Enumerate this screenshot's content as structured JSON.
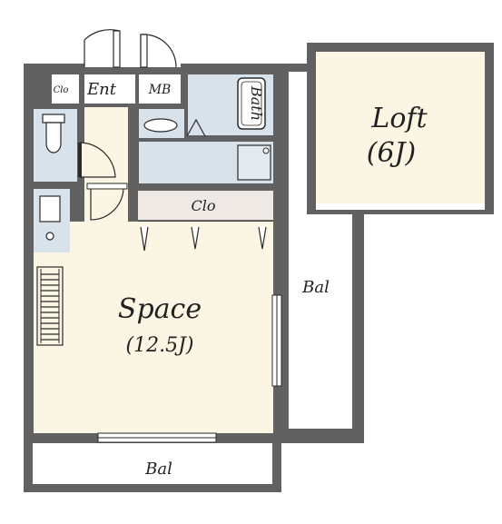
{
  "labels": {
    "loft": "Loft",
    "loft_size": "(6J)",
    "space": "Space",
    "space_size": "(12.5J)",
    "bal_right": "Bal",
    "bal_bottom": "Bal",
    "clo_main": "Clo",
    "clo_small": "Clo",
    "ent": "Ent",
    "mb": "MB",
    "bath": "Bath"
  },
  "colors": {
    "wall": "#616161",
    "floor": "#fbf6e4",
    "wet_area": "#d8e2ea",
    "closet": "#efe9e6",
    "line": "#2a2a2a"
  }
}
